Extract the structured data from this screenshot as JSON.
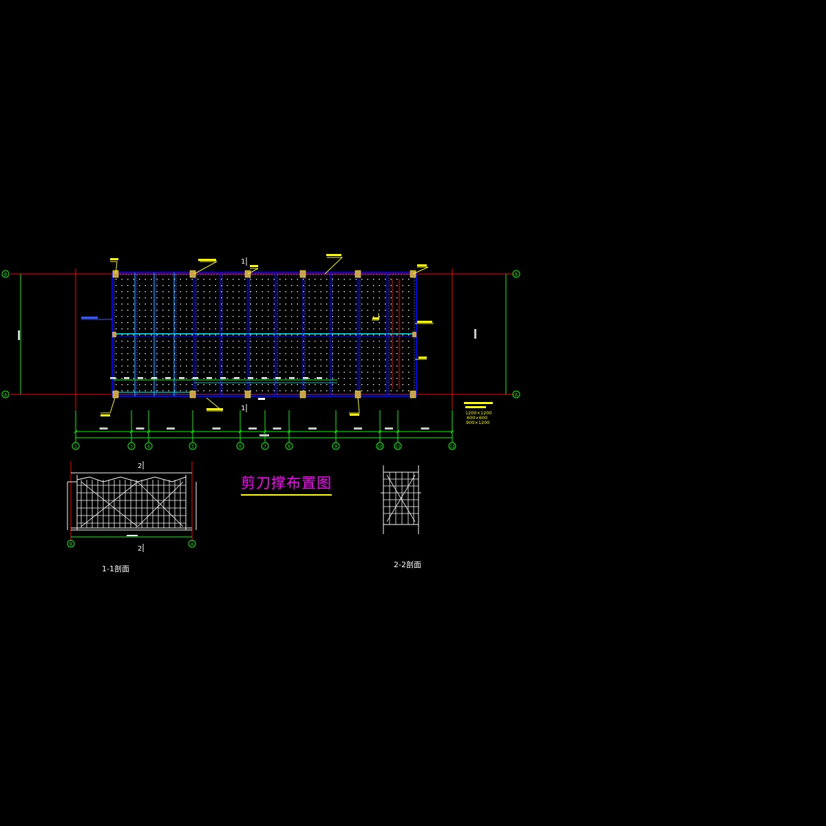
{
  "drawing": {
    "title": "剪刀撑布置图",
    "section_1_title": "1-1剖面",
    "section_2_title": "2-2剖面",
    "section_mark_1": "1",
    "section_mark_2": "2"
  },
  "colors": {
    "background": "#000000",
    "axis_line": "#ff0000",
    "dimension_line": "#00ff00",
    "scaffold_line": "#0000ff",
    "node_point": "#ffffff",
    "annotation": "#ffff00",
    "title": "#ff00ff",
    "column": "#c8a050"
  },
  "axes": {
    "horizontal": [
      {
        "id": "top",
        "label": "B"
      },
      {
        "id": "bottom",
        "label": "A"
      }
    ],
    "vertical": [
      "1",
      "3",
      "4",
      "5",
      "6",
      "7",
      "8",
      "9",
      "10",
      "11",
      "12"
    ]
  },
  "notes": {
    "legend": [
      "1200×1200",
      "600×600",
      "900×1200"
    ]
  },
  "icons": {
    "axis_marker": "circle-bubble",
    "column": "square-hatch"
  }
}
